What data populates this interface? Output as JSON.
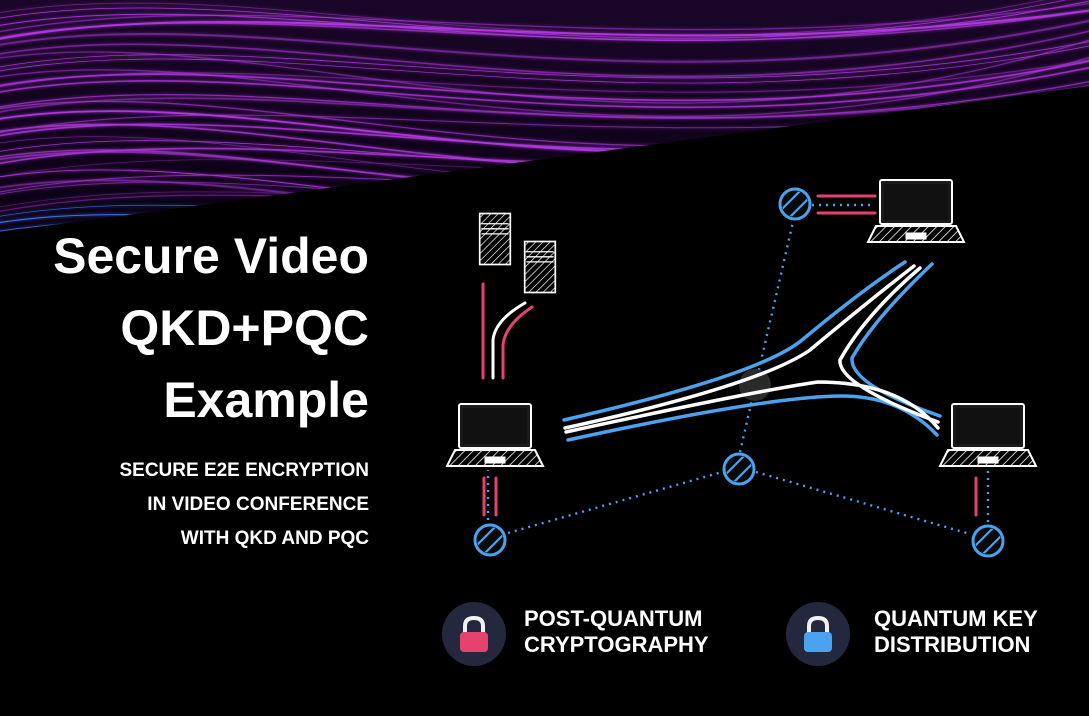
{
  "title": {
    "line1": "Secure Video",
    "line2": "QKD+PQC",
    "line3": "Example"
  },
  "subtitle": {
    "line1": "SECURE E2E ENCRYPTION",
    "line2": "IN VIDEO CONFERENCE",
    "line3": "WITH QKD AND PQC"
  },
  "legend": {
    "pqc": {
      "line1": "POST-QUANTUM",
      "line2": "CRYPTOGRAPHY",
      "color": "#e5426f"
    },
    "qkd": {
      "line1": "QUANTUM KEY",
      "line2": "DISTRIBUTION",
      "color": "#4ba3ef"
    }
  },
  "colors": {
    "background": "#000000",
    "qkd_blue": "#4ba3ef",
    "pqc_pink": "#e5426f",
    "banner_purple": "#b23ae0",
    "banner_blue": "#3f7bff"
  },
  "icons": [
    "server-icon",
    "laptop-icon",
    "qkd-node-icon",
    "lock-icon"
  ]
}
